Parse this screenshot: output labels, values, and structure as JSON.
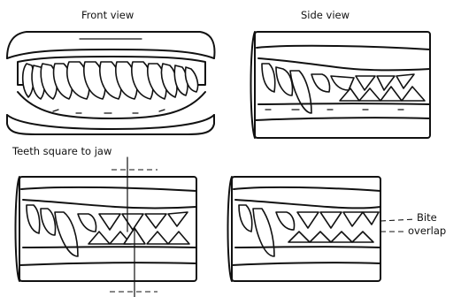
{
  "labels": {
    "front_view": "Front view",
    "side_view": "Side view",
    "teeth_square": "Teeth square to jaw",
    "bite": "Bite",
    "overlap": "overlap"
  }
}
